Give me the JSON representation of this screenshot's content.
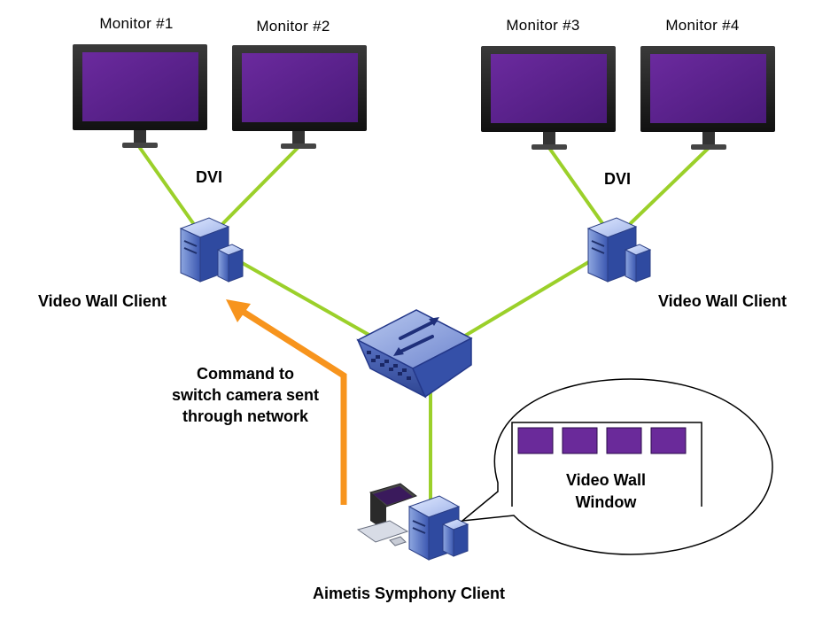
{
  "monitors": [
    {
      "label": "Monitor #1"
    },
    {
      "label": "Monitor #2"
    },
    {
      "label": "Monitor #3"
    },
    {
      "label": "Monitor #4"
    }
  ],
  "connections": {
    "left_dvi": "DVI",
    "right_dvi": "DVI"
  },
  "clients": {
    "left": "Video Wall Client",
    "right": "Video Wall Client",
    "symphony": "Aimetis Symphony Client"
  },
  "command": {
    "line1": "Command to",
    "line2": "switch camera sent",
    "line3": "through network"
  },
  "bubble": {
    "line1": "Video Wall",
    "line2": "Window",
    "tile_count": 4
  },
  "colors": {
    "cable": "#9bd02a",
    "arrow": "#f7941d",
    "screen": "#5b1f8c",
    "tile": "#6a2a9a"
  }
}
